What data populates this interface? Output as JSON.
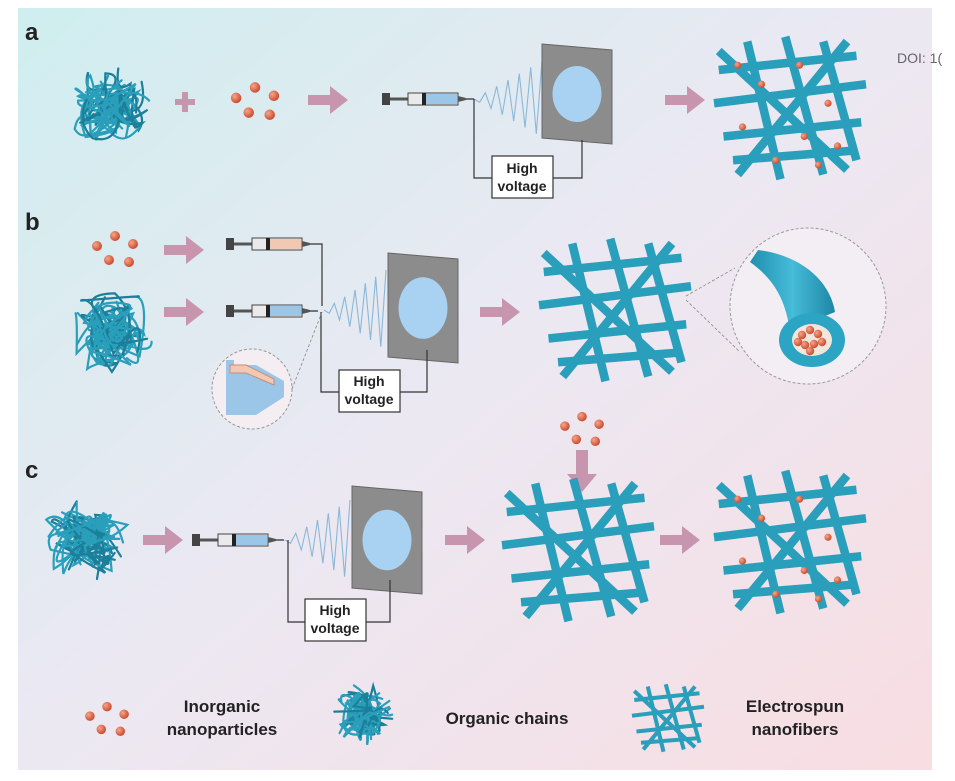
{
  "doi_text": "DOI: 1(",
  "panels": [
    {
      "label": "a",
      "high_voltage": [
        "High",
        "voltage"
      ]
    },
    {
      "label": "b",
      "high_voltage": [
        "High",
        "voltage"
      ]
    },
    {
      "label": "c",
      "high_voltage": [
        "High",
        "voltage"
      ]
    }
  ],
  "legend": {
    "nanoparticles": [
      "Inorganic",
      "nanoparticles"
    ],
    "chains": "Organic chains",
    "nanofibers": [
      "Electrospun",
      "nanofibers"
    ]
  },
  "colors": {
    "fiber": "#2a9fbc",
    "fiber_dark": "#1b7f99",
    "particle": "#e0613c",
    "arrow": "#c796ae",
    "collector": "#8c8c8c",
    "disk": "#a9d2f2",
    "syringe_fill": "#9cc6e8",
    "syringe_fill_b": "#f0c8b4"
  }
}
